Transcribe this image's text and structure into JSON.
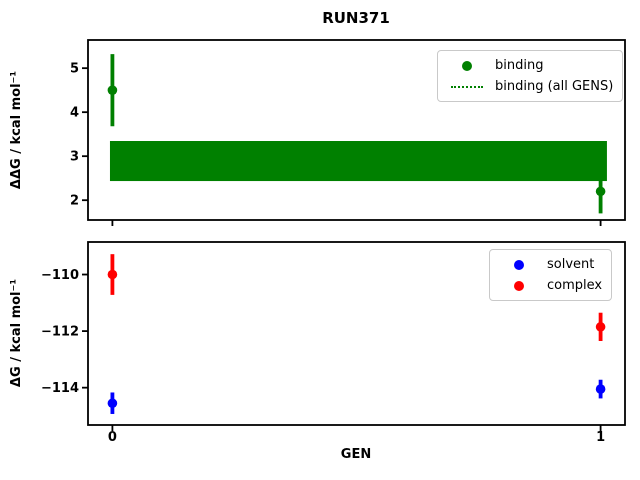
{
  "title": "RUN371",
  "colors": {
    "binding": "#008000",
    "solvent": "#0000ff",
    "complex": "#ff0000",
    "frame": "#000000",
    "legend_border": "#c9c9c9"
  },
  "chart_data": [
    {
      "type": "scatter",
      "subplot": "top",
      "ylabel": "ΔΔG / kcal mol⁻¹",
      "ylim": [
        1.55,
        5.64
      ],
      "yticks": [
        {
          "v": 5,
          "label": "5"
        },
        {
          "v": 4,
          "label": "4"
        },
        {
          "v": 3,
          "label": "3"
        },
        {
          "v": 2,
          "label": "2"
        }
      ],
      "xlim": [
        -0.05,
        1.05
      ],
      "xticks": [
        {
          "v": 0,
          "label": "0"
        },
        {
          "v": 1,
          "label": "1"
        }
      ],
      "show_xticklabels": false,
      "grid": false,
      "legend_position": "upper right",
      "legend": [
        {
          "label": "binding",
          "marker": "dot",
          "color": "#008000"
        },
        {
          "label": "binding (all GENS)",
          "marker": "dotted-line",
          "color": "#008000"
        }
      ],
      "series": [
        {
          "name": "binding",
          "color": "#008000",
          "points": [
            {
              "x": 0,
              "y": 4.5,
              "yerr": 0.82
            },
            {
              "x": 1,
              "y": 2.2,
              "yerr": 0.5
            }
          ]
        }
      ],
      "band": {
        "name": "binding (all GENS)",
        "color": "#008000",
        "center": 2.89,
        "half_width": 0.455,
        "x_span": [
          -0.005,
          1.013
        ]
      }
    },
    {
      "type": "scatter",
      "subplot": "bottom",
      "ylabel": "ΔG / kcal mol⁻¹",
      "xlabel": "GEN",
      "ylim": [
        -115.32,
        -108.85
      ],
      "yticks": [
        {
          "v": -110,
          "label": "−110"
        },
        {
          "v": -112,
          "label": "−112"
        },
        {
          "v": -114,
          "label": "−114"
        }
      ],
      "xlim": [
        -0.05,
        1.05
      ],
      "xticks": [
        {
          "v": 0,
          "label": "0"
        },
        {
          "v": 1,
          "label": "1"
        }
      ],
      "show_xticklabels": true,
      "grid": false,
      "legend_position": "upper right",
      "legend": [
        {
          "label": "solvent",
          "marker": "dot",
          "color": "#0000ff"
        },
        {
          "label": "complex",
          "marker": "dot",
          "color": "#ff0000"
        }
      ],
      "series": [
        {
          "name": "solvent",
          "color": "#0000ff",
          "points": [
            {
              "x": 0,
              "y": -114.55,
              "yerr": 0.38
            },
            {
              "x": 1,
              "y": -114.05,
              "yerr": 0.33
            }
          ]
        },
        {
          "name": "complex",
          "color": "#ff0000",
          "points": [
            {
              "x": 0,
              "y": -110.0,
              "yerr": 0.72
            },
            {
              "x": 1,
              "y": -111.85,
              "yerr": 0.5
            }
          ]
        }
      ]
    }
  ]
}
